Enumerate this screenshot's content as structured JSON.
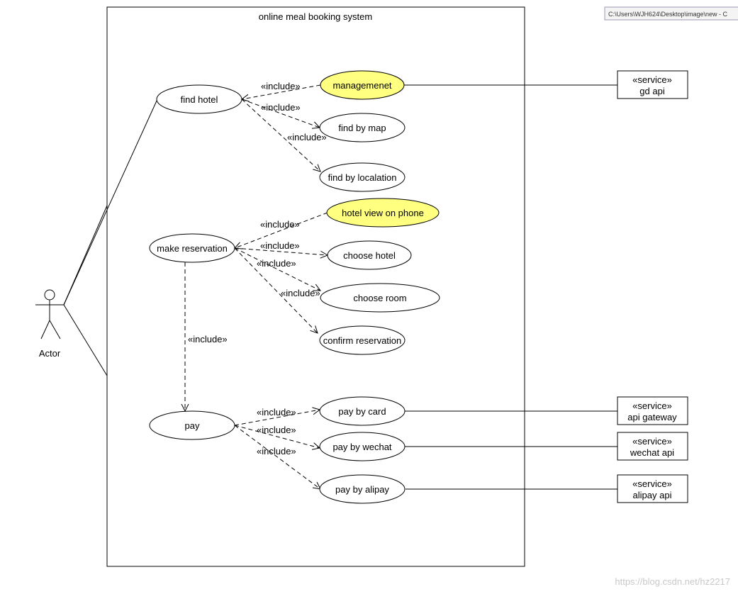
{
  "system": {
    "title": "online meal booking system"
  },
  "path_label": "C:\\Users\\WJH624\\Desktop\\image\\new - C",
  "actor": {
    "label": "Actor"
  },
  "use_cases": {
    "find_hotel": "find hotel",
    "managemenet": "managemenet",
    "find_by_map": "find by map",
    "find_by_localation": "find by localation",
    "hotel_view_on_phone": "hotel view on phone",
    "make_reservation": "make reservation",
    "choose_hotel": "choose hotel",
    "choose_room": "choose room",
    "confirm_reservation": "confirm reservation",
    "pay": "pay",
    "pay_by_card": "pay by card",
    "pay_by_wechat": "pay by wechat",
    "pay_by_alipay": "pay by alipay"
  },
  "include_label": "«include»",
  "services": {
    "stereotype": "«service»",
    "gd_api": "gd api",
    "api_gateway": "api gateway",
    "wechat_api": "wechat api",
    "alipay_api": "alipay api"
  },
  "colors": {
    "highlight": "#ffff80",
    "line": "#000000"
  },
  "watermark": "https://blog.csdn.net/hz2217"
}
